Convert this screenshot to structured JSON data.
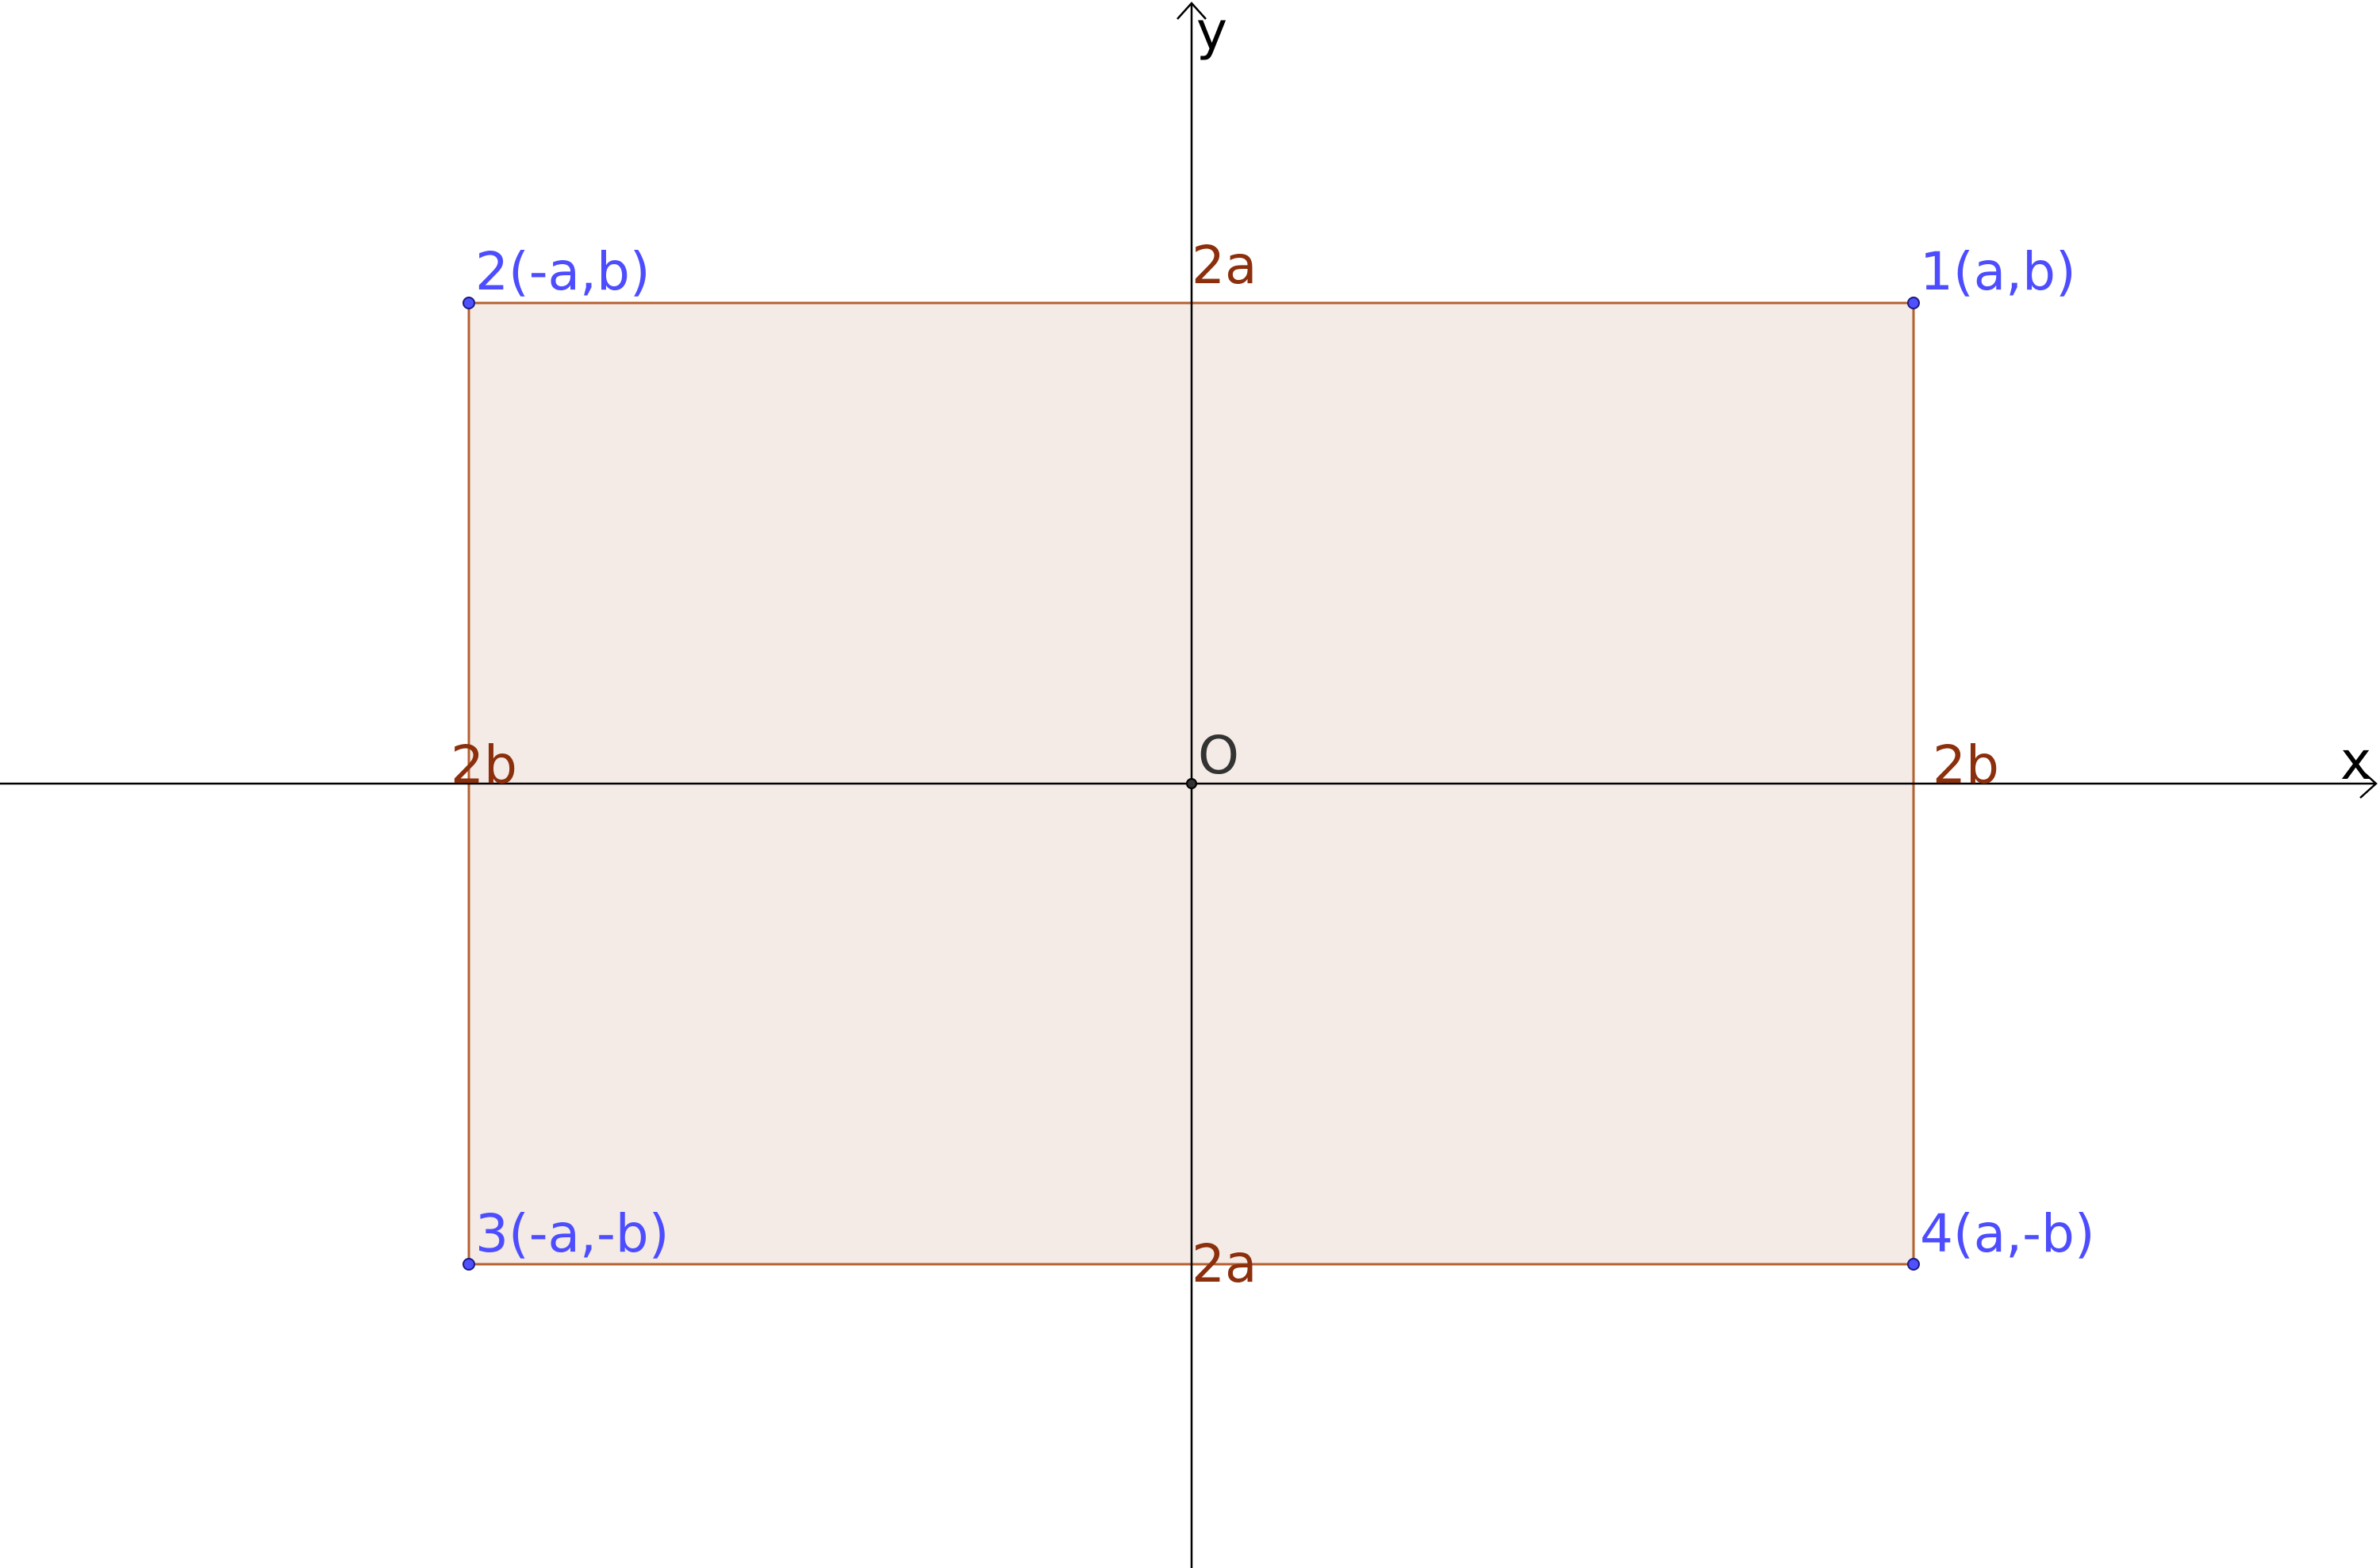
{
  "colors": {
    "axis": "#000000",
    "rectangle_stroke": "#b5602f",
    "rectangle_fill": "#f4ebe6",
    "point_fill": "#5050ff",
    "point_label": "#4d4dff",
    "side_label": "#8b2f0c",
    "origin_label": "#333333",
    "background": "#ffffff"
  },
  "axes": {
    "x_label": "x",
    "y_label": "y"
  },
  "origin": {
    "label": "O"
  },
  "points": [
    {
      "label": "1(a,b)"
    },
    {
      "label": "2(-a,b)"
    },
    {
      "label": "3(-a,-b)"
    },
    {
      "label": "4(a,-b)"
    }
  ],
  "sides": {
    "top": "2a",
    "bottom": "2a",
    "left": "2b",
    "right": "2b"
  }
}
